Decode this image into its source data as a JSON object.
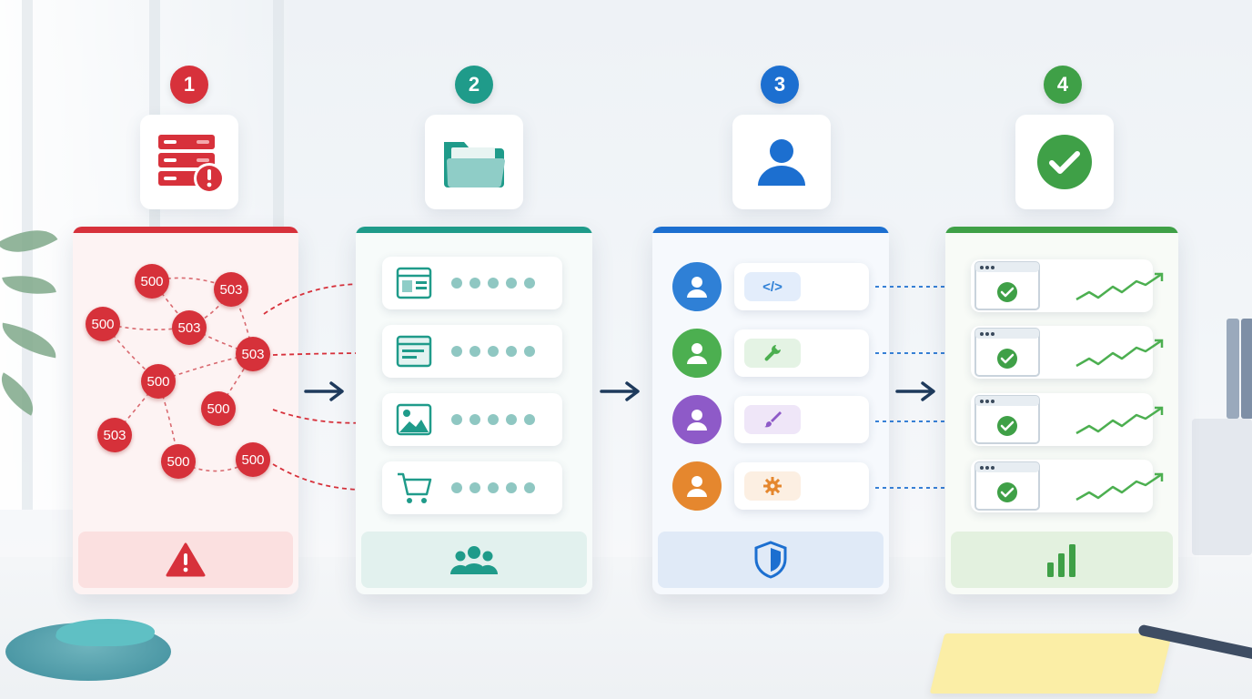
{
  "steps": [
    {
      "number": "1",
      "color": "#d7313b",
      "icon": "server-error-icon"
    },
    {
      "number": "2",
      "color": "#1f9b8a",
      "icon": "folder-icon"
    },
    {
      "number": "3",
      "color": "#1c6fd0",
      "icon": "user-icon"
    },
    {
      "number": "4",
      "color": "#3fa047",
      "icon": "check-circle-icon"
    }
  ],
  "errors": {
    "codes": [
      "500",
      "503",
      "500",
      "503",
      "503",
      "500",
      "500",
      "503",
      "500",
      "500"
    ]
  },
  "panel1": {
    "footer_icon": "warning-icon"
  },
  "panel2": {
    "items": [
      {
        "icon": "webpage-icon"
      },
      {
        "icon": "browser-window-icon"
      },
      {
        "icon": "image-icon"
      },
      {
        "icon": "shopping-cart-icon"
      }
    ],
    "footer_icon": "team-icon"
  },
  "panel3": {
    "items": [
      {
        "avatar_color": "#2f80d6",
        "tool_icon": "code-icon",
        "tool_label": "</>"
      },
      {
        "avatar_color": "#4caf50",
        "tool_icon": "wrench-icon"
      },
      {
        "avatar_color": "#8e5ac8",
        "tool_icon": "brush-icon"
      },
      {
        "avatar_color": "#e5872e",
        "tool_icon": "gear-icon"
      }
    ],
    "footer_icon": "shield-icon"
  },
  "panel4": {
    "items": [
      {
        "icon": "check-window-icon",
        "trend": "trend-up-icon"
      },
      {
        "icon": "check-window-icon",
        "trend": "trend-up-icon"
      },
      {
        "icon": "check-window-icon",
        "trend": "trend-up-icon"
      },
      {
        "icon": "check-window-icon",
        "trend": "trend-up-icon"
      }
    ],
    "footer_icon": "bar-chart-icon"
  }
}
